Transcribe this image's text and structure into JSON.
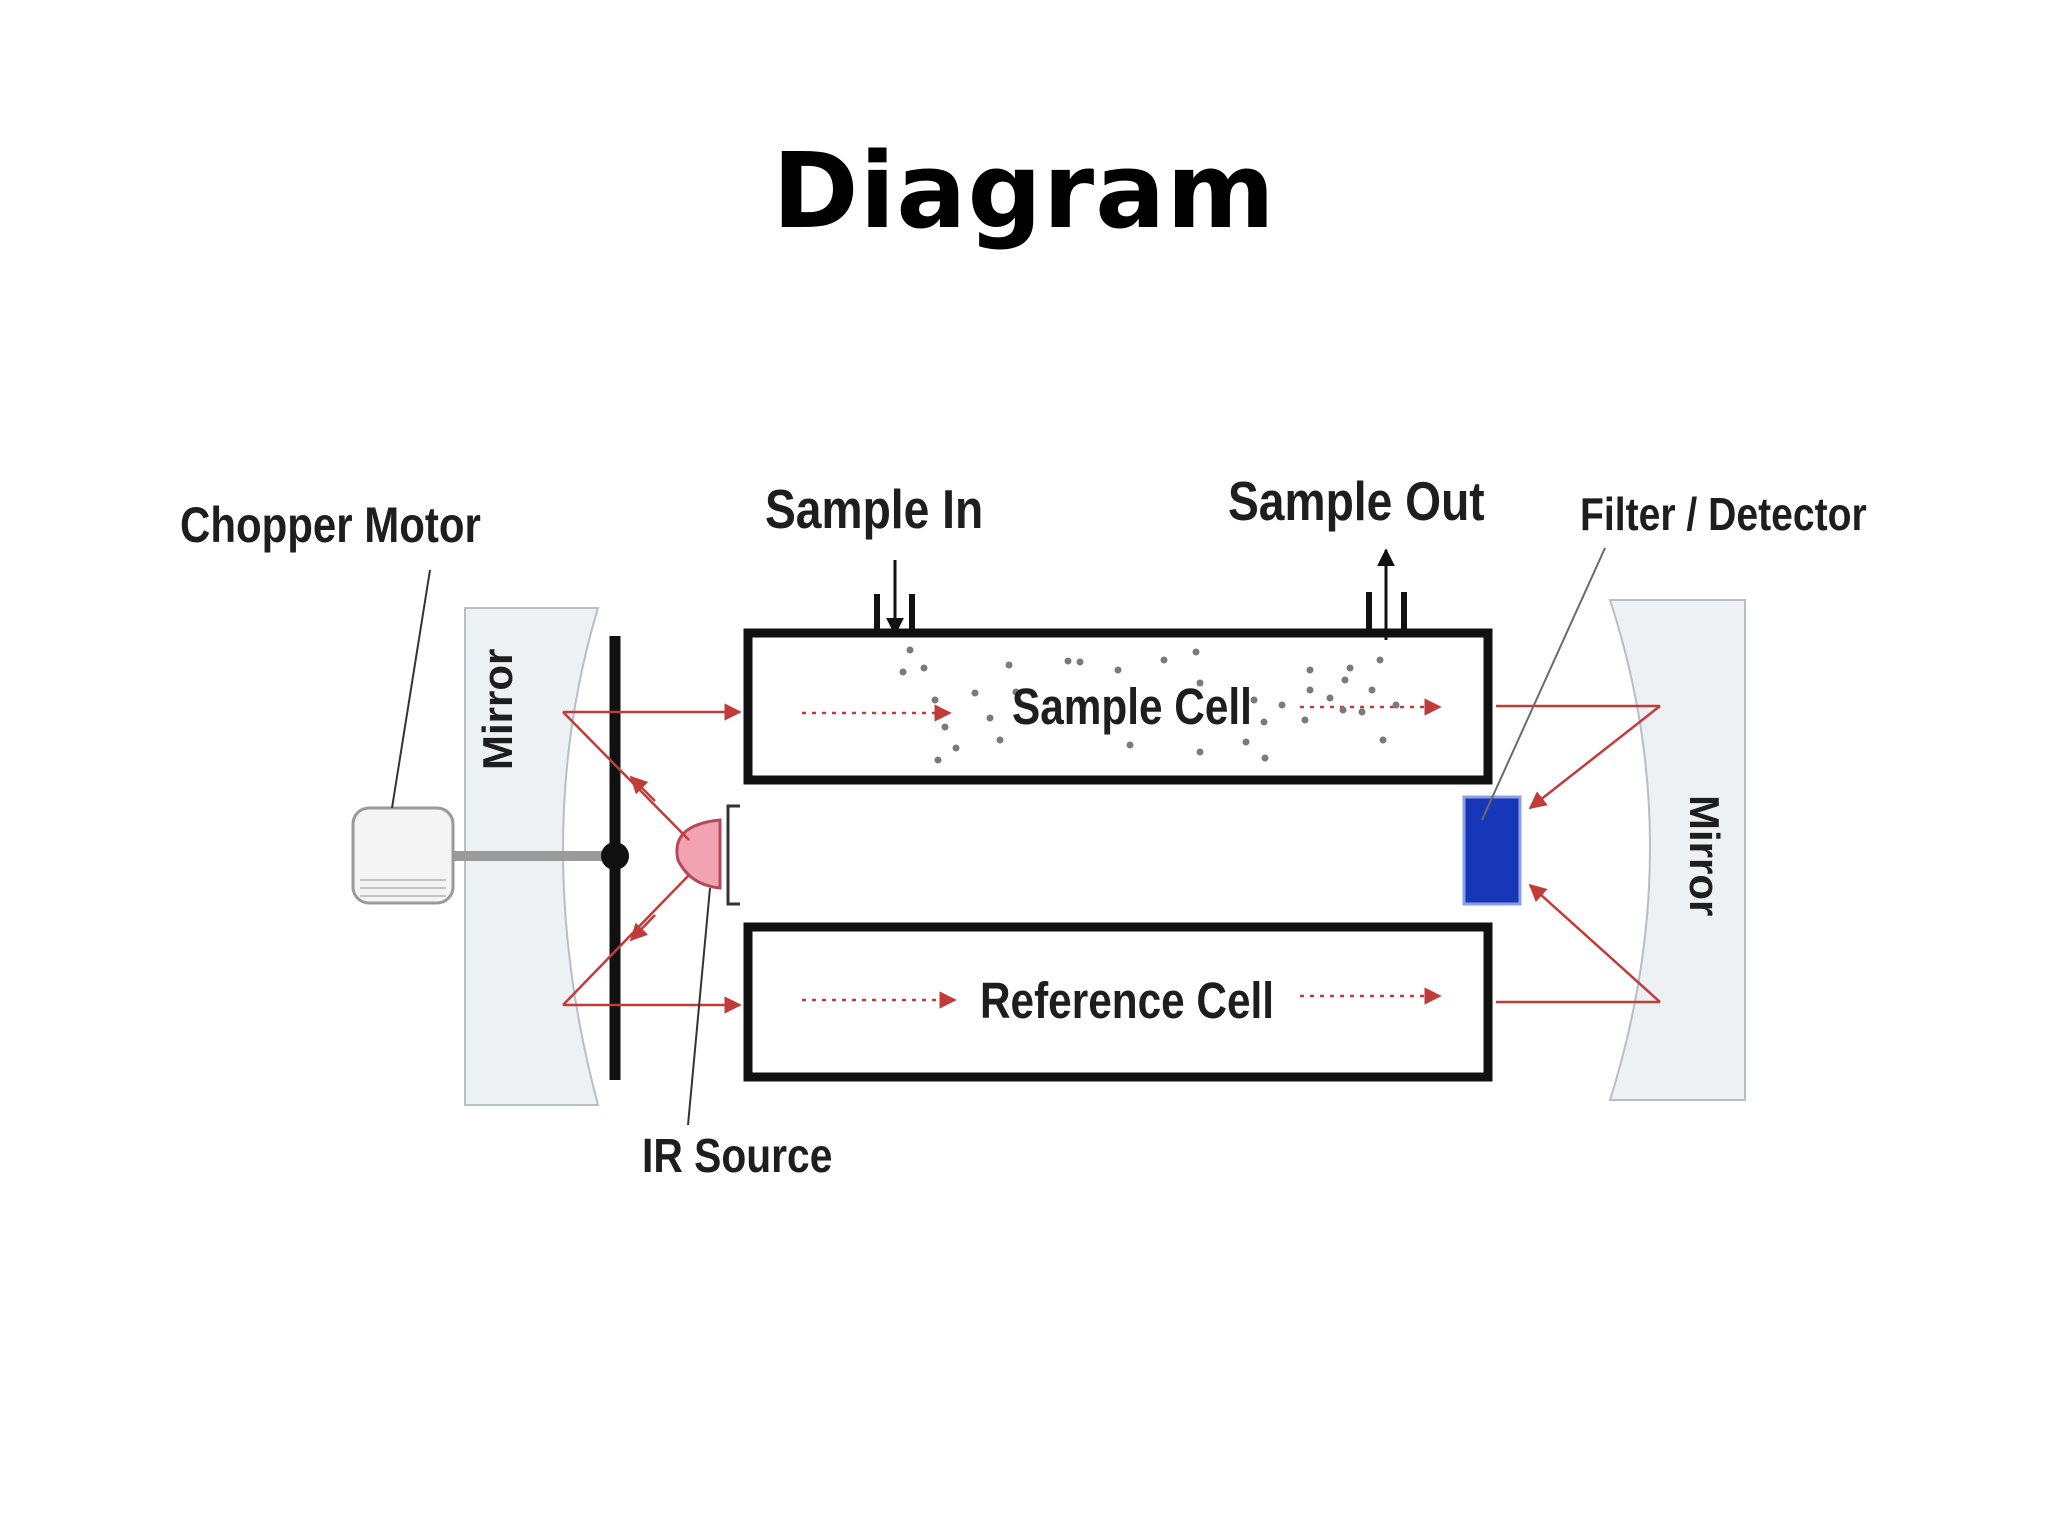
{
  "slide": {
    "title": "Diagram"
  },
  "diagram": {
    "labels": {
      "chopper_motor": "Chopper Motor",
      "sample_in": "Sample In",
      "sample_out": "Sample Out",
      "filter_detector": "Filter / Detector",
      "mirror_left": "Mirror",
      "mirror_right": "Mirror",
      "sample_cell": "Sample Cell",
      "reference_cell": "Reference Cell",
      "ir_source": "IR Source"
    },
    "colors": {
      "beam": "#c23b3b",
      "ir_source": "#f2a3b1",
      "detector": "#1836b8",
      "mirror_fill": "#eef1f4",
      "particles": "#7a7a7a"
    }
  }
}
